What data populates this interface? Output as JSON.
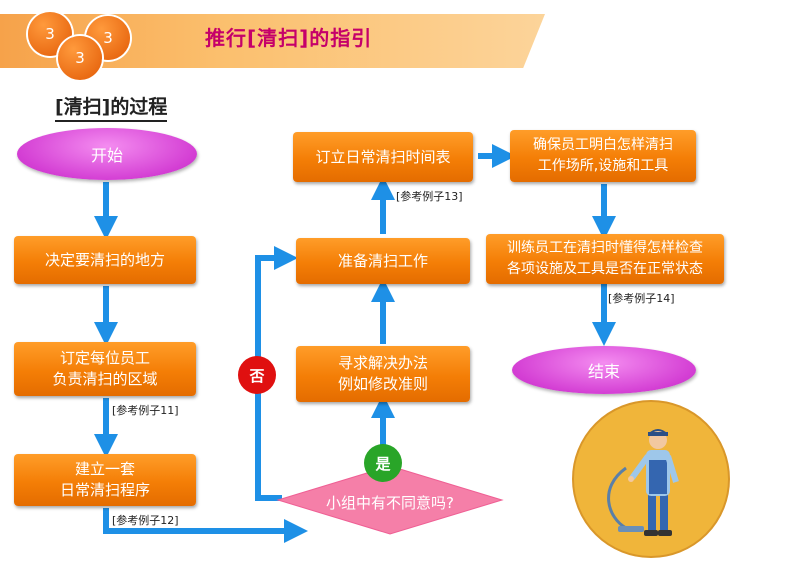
{
  "header": {
    "badges": [
      "3",
      "3",
      "3"
    ],
    "title": "推行[清扫]的指引"
  },
  "section_title": "[清扫]的过程",
  "flow": {
    "start": "开始",
    "step1": "决定要清扫的地方",
    "step2": "订定每位员工\n负责清扫的区域",
    "ref11": "[参考例子11]",
    "step3": "建立一套\n日常清扫程序",
    "ref12": "[参考例子12]",
    "decision": "小组中有不同意吗?",
    "yes": "是",
    "no": "否",
    "solve": "寻求解决办法\n例如修改准则",
    "prepare": "准备清扫工作",
    "schedule": "订立日常清扫时间表",
    "ref13": "[参考例子13]",
    "ensure": "确保员工明白怎样清扫\n工作场所,设施和工具",
    "train": "训练员工在清扫时懂得怎样检查\n各项设施及工具是否在正常状态",
    "ref14": "[参考例子14]",
    "end": "结束"
  },
  "colors": {
    "box": "#f47e06",
    "arrow": "#1e90e6",
    "ellipse": "#d43fd4",
    "diamond": "#f57fa8",
    "no": "#e01010",
    "yes": "#29a528",
    "title": "#c5006a"
  }
}
